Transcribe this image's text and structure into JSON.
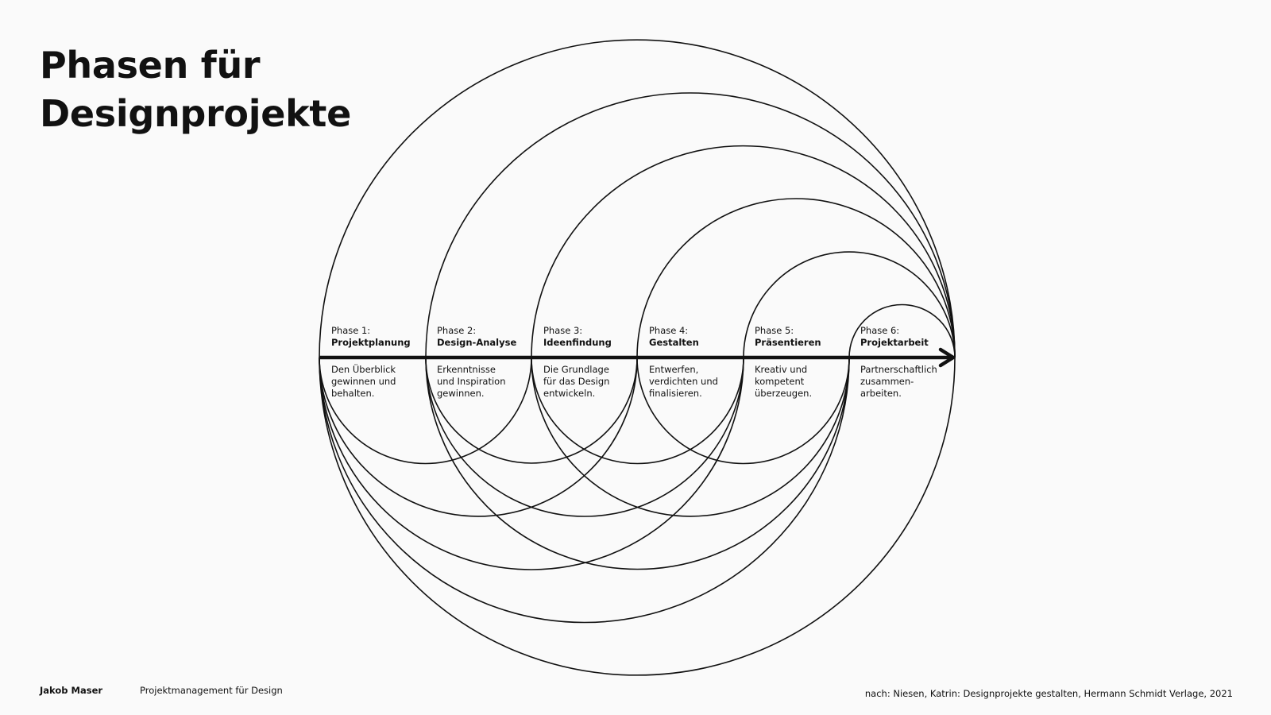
{
  "title": {
    "line1": "Phasen für",
    "line2": "Designprojekte"
  },
  "phases": [
    {
      "number": "Phase 1:",
      "name": "Projektplanung",
      "description": "Den Überblick\ngewinnen und\nbehalten."
    },
    {
      "number": "Phase 2:",
      "name": "Design-Analyse",
      "description": "Erkenntnisse\nund Inspiration\ngewinnen."
    },
    {
      "number": "Phase 3:",
      "name": "Ideenfindung",
      "description": "Die Grundlage\nfür das Design\nentwickeln."
    },
    {
      "number": "Phase 4:",
      "name": "Gestalten",
      "description": "Entwerfen,\nverdichten und\nfinalisieren."
    },
    {
      "number": "Phase 5:",
      "name": "Präsentieren",
      "description": "Kreativ und\nkompetent\nüberzeugen."
    },
    {
      "number": "Phase 6:",
      "name": "Projektarbeit",
      "description": "Partnerschaftlich\nzusammen-\narbeiten."
    }
  ],
  "footer": {
    "author": "Jakob Maser",
    "course": "Projektmanagement für Design",
    "source": "nach: Niesen, Katrin: Designprojekte gestalten, Hermann Schmidt Verlage, 2021"
  },
  "colors": {
    "ink": "#111111",
    "background": "#fafafa"
  }
}
